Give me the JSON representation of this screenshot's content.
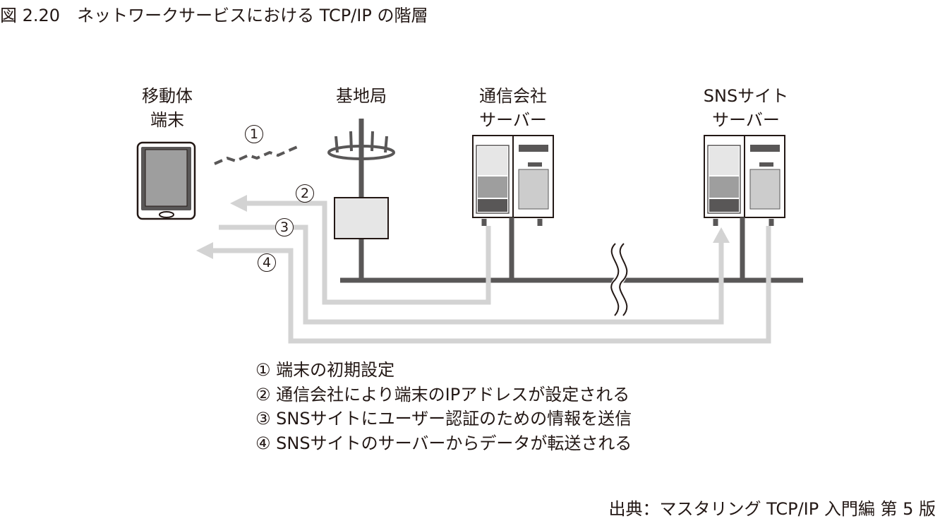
{
  "caption": "図 2.20　ネットワークサービスにおける TCP/IP の階層",
  "nodes": {
    "mobile": [
      "移動体",
      "端末"
    ],
    "base_station": [
      "基地局"
    ],
    "carrier_server": [
      "通信会社",
      "サーバー"
    ],
    "sns_server": [
      "SNSサイト",
      "サーバー"
    ]
  },
  "markers": [
    "1",
    "2",
    "3",
    "4"
  ],
  "legend": [
    "① 端末の初期設定",
    "② 通信会社により端末のIPアドレスが設定される",
    "③ SNSサイトにユーザー認証のための情報を送信",
    "④ SNSサイトのサーバーからデータが転送される"
  ],
  "source": "出典：マスタリング TCP/IP 入門編 第 5 版",
  "colors": {
    "text": "#231815",
    "line": "#595757",
    "flow": "#d3d3d3",
    "screen": "#9e9e9e"
  }
}
